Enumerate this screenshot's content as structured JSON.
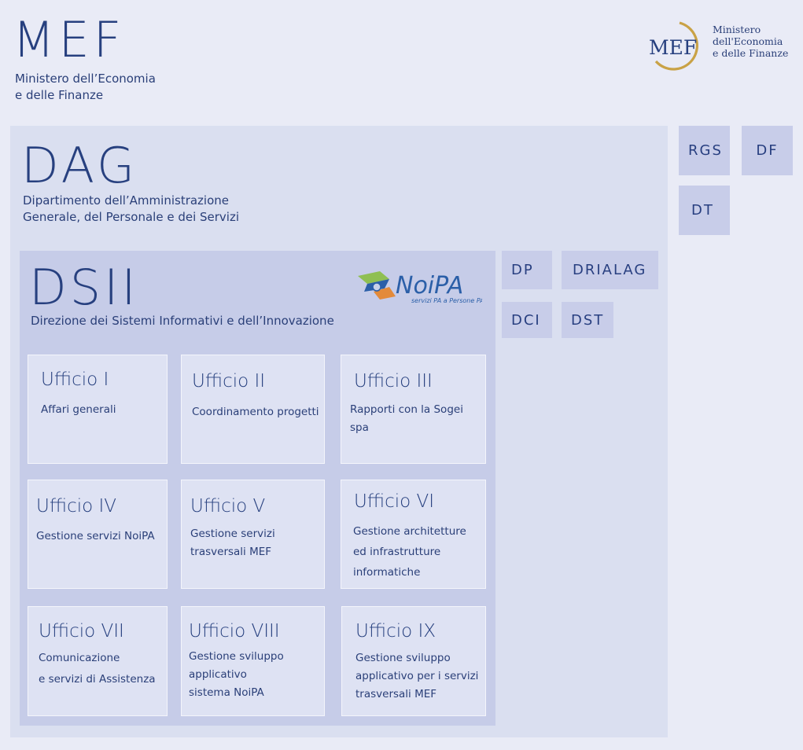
{
  "header": {
    "title": "MEF",
    "subtitle_line1": "Ministero dell’Economia",
    "subtitle_line2": "e delle Finanze",
    "logo_mark": "MEF",
    "logo_line1": "Ministero",
    "logo_line2": "dell'Economia",
    "logo_line3": "e delle Finanze"
  },
  "dag": {
    "title": "DAG",
    "subtitle_line1": "Dipartimento dell’Amministrazione",
    "subtitle_line2": "Generale, del Personale e dei Servizi"
  },
  "dsii": {
    "title": "DSII",
    "subtitle": "Direzione dei Sistemi Informativi e dell’Innovazione",
    "noipa_logo": "NoiPA",
    "noipa_tagline": "servizi PA a Persone PA"
  },
  "departments": {
    "rgs": "RGS",
    "df": "DF",
    "dt": "DT",
    "dp": "DP",
    "drialag": "DRIALAG",
    "dci": "DCI",
    "dst": "DST"
  },
  "uffici": [
    {
      "title": "Ufficio I",
      "lines": [
        "Affari generali"
      ]
    },
    {
      "title": "Ufficio II",
      "lines": [
        "Coordinamento progetti"
      ]
    },
    {
      "title": "Ufficio III",
      "lines": [
        "Rapporti con la Sogei spa"
      ]
    },
    {
      "title": "Ufficio IV",
      "lines": [
        "Gestione servizi NoiPA"
      ]
    },
    {
      "title": "Ufficio V",
      "lines": [
        "Gestione servizi",
        "trasversali MEF"
      ]
    },
    {
      "title": "Ufficio VI",
      "lines": [
        "Gestione architetture",
        "ed infrastrutture",
        "informatiche"
      ]
    },
    {
      "title": "Ufficio VII",
      "lines": [
        "Comunicazione",
        "e servizi di Assistenza"
      ]
    },
    {
      "title": "Ufficio VIII",
      "lines": [
        "Gestione sviluppo",
        "applicativo",
        "sistema NoiPA"
      ]
    },
    {
      "title": "Ufficio IX",
      "lines": [
        "Gestione sviluppo",
        "applicativo per i servizi",
        "trasversali MEF"
      ]
    }
  ],
  "colors": {
    "page_bg": "#e9ebf6",
    "dag_bg": "#dadff0",
    "dsii_bg": "#c6cce8",
    "ufficio_bg": "#dee2f3",
    "text": "#27407f",
    "logo_gold": "#c9a246",
    "noipa_blue": "#2b5fa8"
  }
}
